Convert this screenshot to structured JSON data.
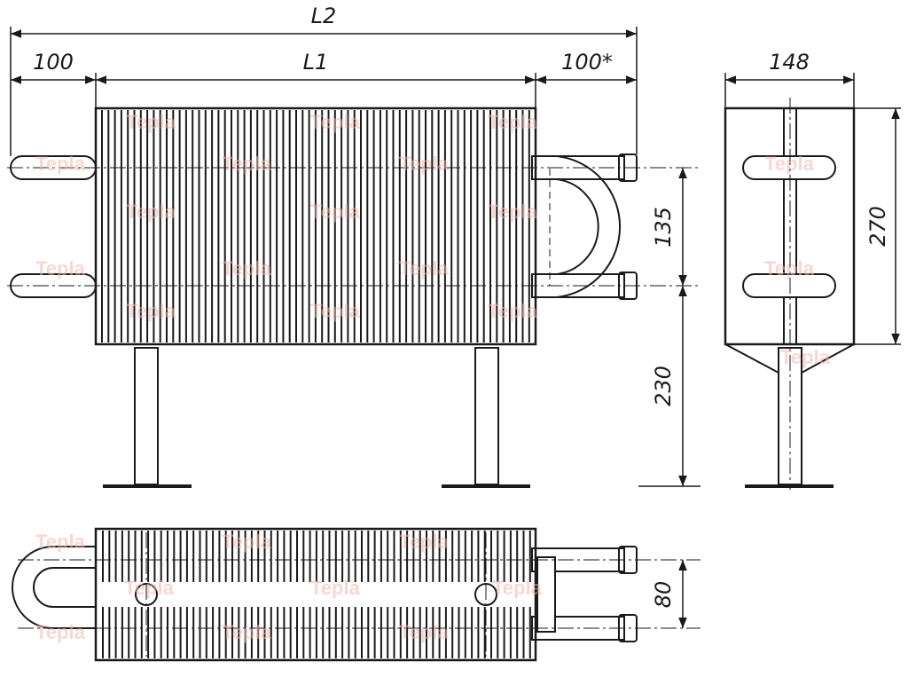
{
  "colors": {
    "line": "#1a1a1a",
    "watermark": "#f2b8b0",
    "background": "#ffffff"
  },
  "dimensions": {
    "overall_length": "L2",
    "body_length": "L1",
    "left_pipe_offset": "100",
    "right_pipe_offset": "100*",
    "depth": "148",
    "pipe_spacing": "135",
    "height": "270",
    "leg_height": "230",
    "plan_pipe_spacing": "80"
  },
  "watermark": {
    "text": "Tepla"
  }
}
